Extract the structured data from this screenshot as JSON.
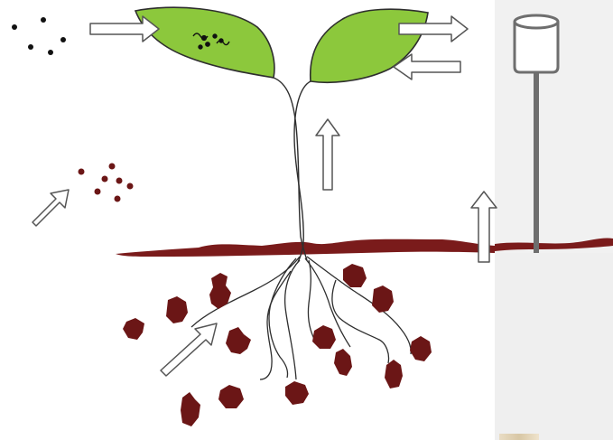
{
  "scene": {
    "description_items": [
      "plant-with-two-leaves",
      "soil-surface",
      "soil-particles",
      "airborne-particles",
      "deposition-gauge",
      "flow-arrows"
    ]
  },
  "colors": {
    "leaf_fill": "#8cc83c",
    "leaf_stroke": "#2e2e2e",
    "soil": "#7a1b1b",
    "particle_dark": "#111111",
    "particle_red": "#6b1616",
    "arrow_fill": "#ffffff",
    "arrow_stroke": "#555555",
    "gauge": "#6e6e6e",
    "panel_bg": "#f1f1f1"
  },
  "icons": {
    "gauge": "rain-gauge-icon",
    "arrow": "white-block-arrow"
  }
}
